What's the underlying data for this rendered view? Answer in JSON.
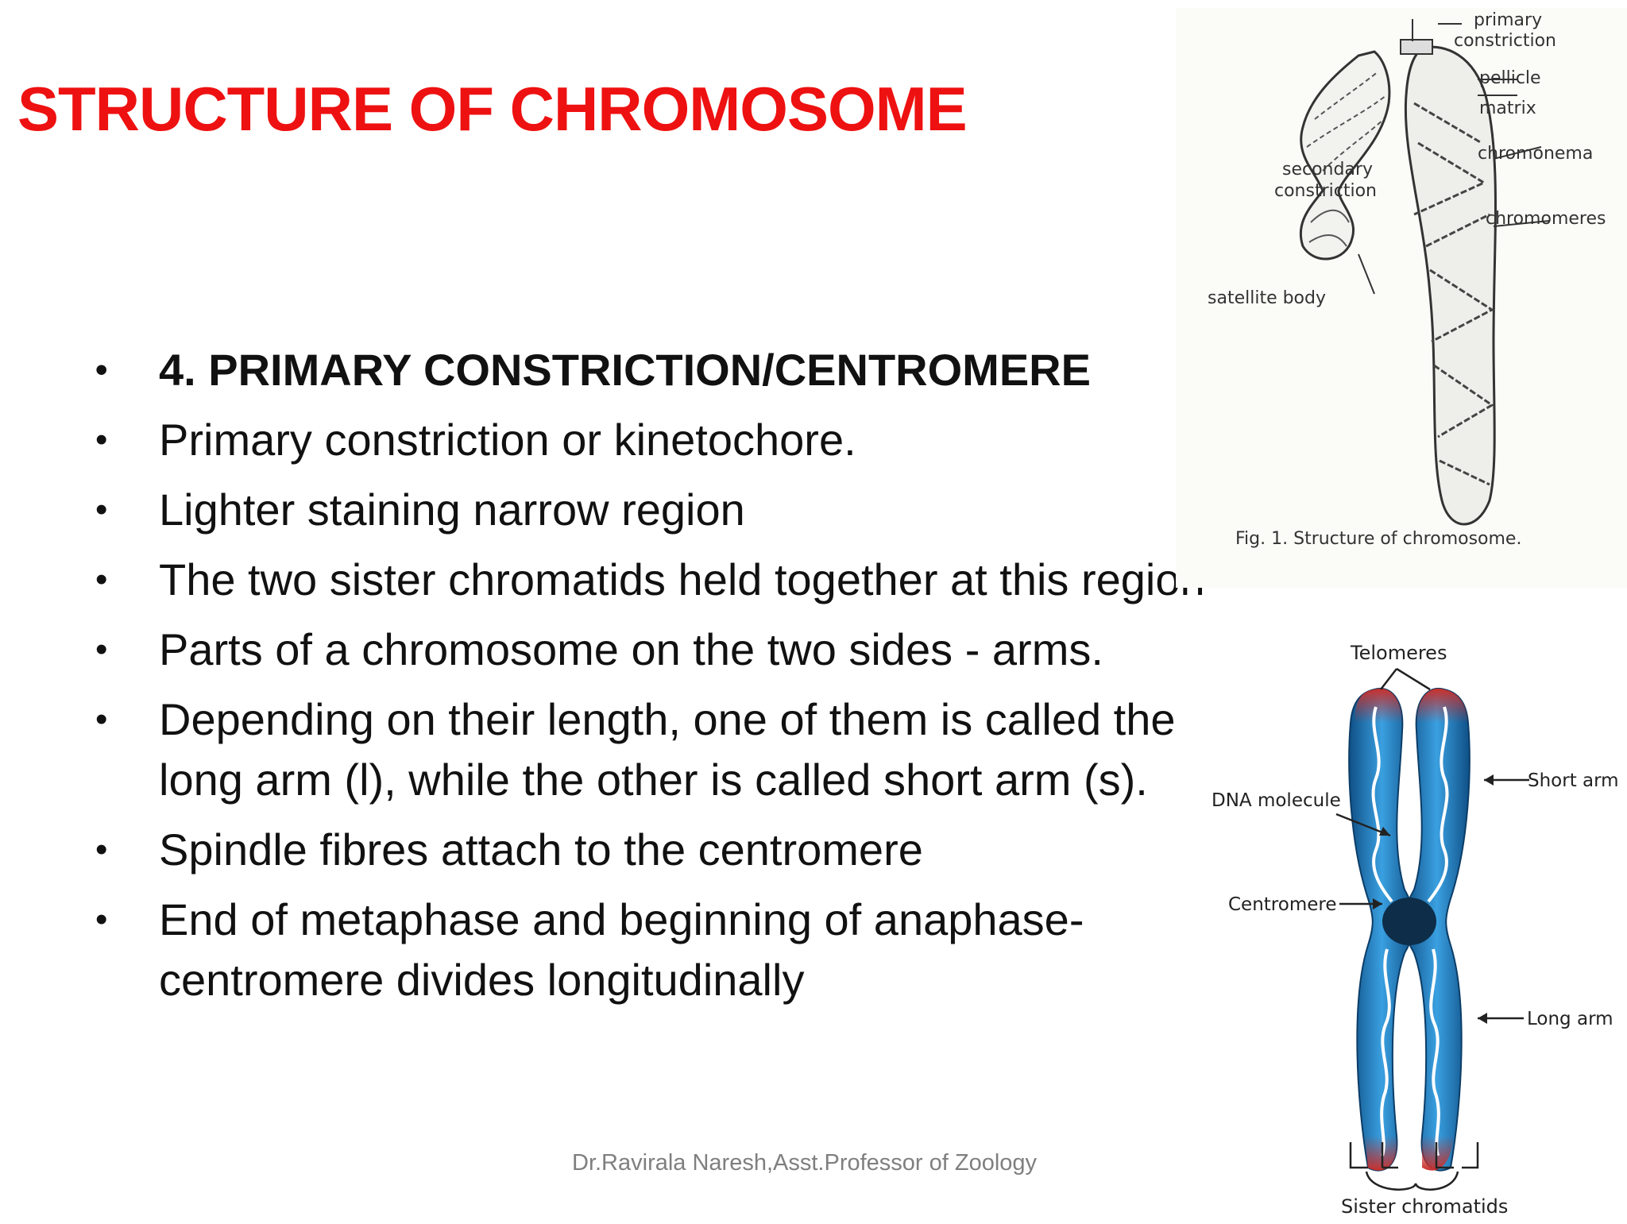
{
  "slide": {
    "title": "STRUCTURE OF CHROMOSOME",
    "bullets": [
      "4. PRIMARY CONSTRICTION/CENTROMERE",
      "Primary constriction or kinetochore.",
      "Lighter staining narrow region",
      "The two sister chromatids held together at this region",
      "Parts of a chromosome on the two sides - arms.",
      "Depending on their length, one of them is called the long arm (l), while the other is called short arm (s).",
      "Spindle fibres attach to the centromere",
      "End of metaphase and beginning of anaphase- centromere divides longitudinally"
    ],
    "bullet_glyph": "•",
    "footer": "Dr.Ravirala Naresh,Asst.Professor of Zoology"
  },
  "figure1": {
    "labels": {
      "primary_constriction_1": "primary",
      "primary_constriction_2": "constriction",
      "pellicle": "pellicle",
      "matrix": "matrix",
      "chromonema": "chromonema",
      "secondary_1": "secondary",
      "secondary_2": "constriction",
      "chromomeres": "chromomeres",
      "satellite_body": "satellite  body",
      "caption": "Fig.   1.  Structure  of  chromosome."
    }
  },
  "figure2": {
    "labels": {
      "telomeres": "Telomeres",
      "short_arm": "Short arm",
      "dna_molecule": "DNA molecule",
      "centromere": "Centromere",
      "long_arm": "Long arm",
      "sister_chromatids": "Sister chromatids"
    },
    "colors": {
      "arm_blue": "#1f7fc0",
      "centromere": "#0e2d48",
      "telomere_red": "#c9302c"
    }
  }
}
